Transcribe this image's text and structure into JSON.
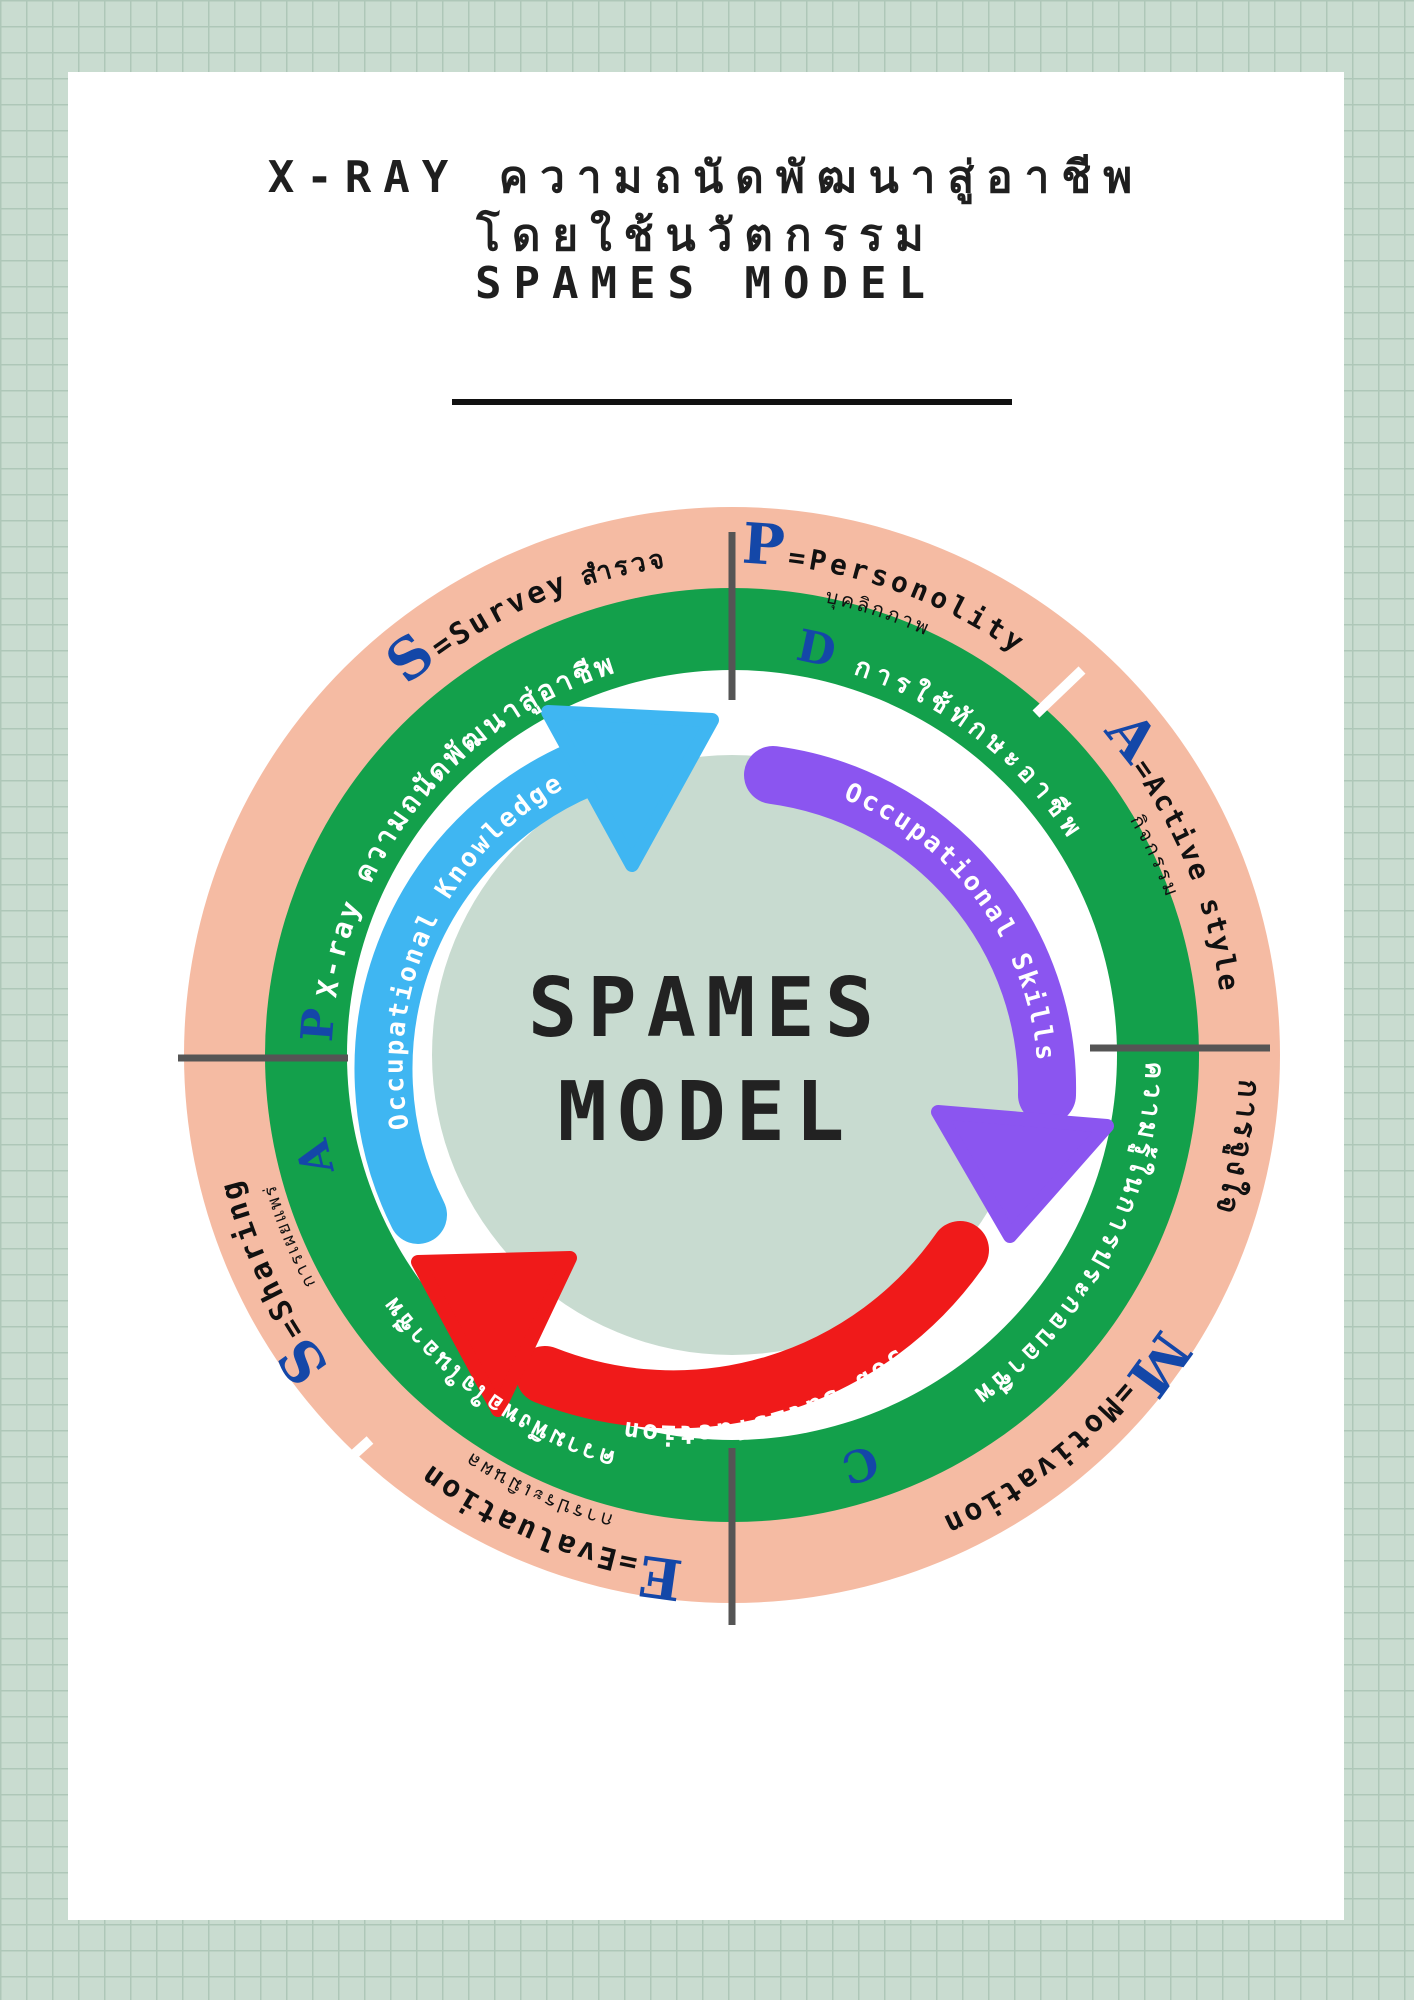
{
  "header": {
    "title_line1": "X-RAY ความถนัดพัฒนาสู่อาชีพ",
    "title_line2": "โดยใช้นวัตกรรม",
    "title_line3": "SPAMES MODEL"
  },
  "center": {
    "line1": "SPAMES",
    "line2": "MODEL"
  },
  "outer_ring": {
    "survey": {
      "letter": "S",
      "label": "=Survey",
      "thai": "สำรวจ"
    },
    "personality": {
      "letter": "P",
      "label": "=Personolity",
      "thai": "บุคลิกภาพ"
    },
    "active": {
      "letter": "A",
      "label": "=Active style",
      "thai": "กิจกรรม"
    },
    "motivation": {
      "letter": "M",
      "label": "=Motivation",
      "thai": "การจูงใจ"
    },
    "evaluation": {
      "letter": "E",
      "label": "=Evaluation",
      "thai": "การประเมินผล"
    },
    "sharing": {
      "letter": "S",
      "label": "=Sharing",
      "thai": "การเผยแพร่"
    }
  },
  "inner_ring": {
    "p": {
      "letter": "P",
      "text": "X-ray ความถนัดพัฒนาสู่อาชีพ"
    },
    "d": {
      "letter": "D",
      "text": "การใช้ทักษะอาชีพ"
    },
    "c": {
      "letter": "C",
      "text": "ความรู้ในการประกอบอาชีพ"
    },
    "a": {
      "letter": "A",
      "text": "ความพึงพอใจในอาชีพ"
    }
  },
  "arrows": {
    "knowledge": "Occupational Knowledge",
    "skills": "Occupational Skills",
    "satisfaction": "Job-Satisfaction"
  },
  "colors": {
    "outer_ring": "#f5bba3",
    "inner_ring": "#13a04b",
    "center": "#c8dbd0",
    "letter_blue": "#1447a8",
    "arrow_blue": "#3fb6f2",
    "arrow_purple": "#8b55f0",
    "arrow_red": "#f01a1a"
  }
}
